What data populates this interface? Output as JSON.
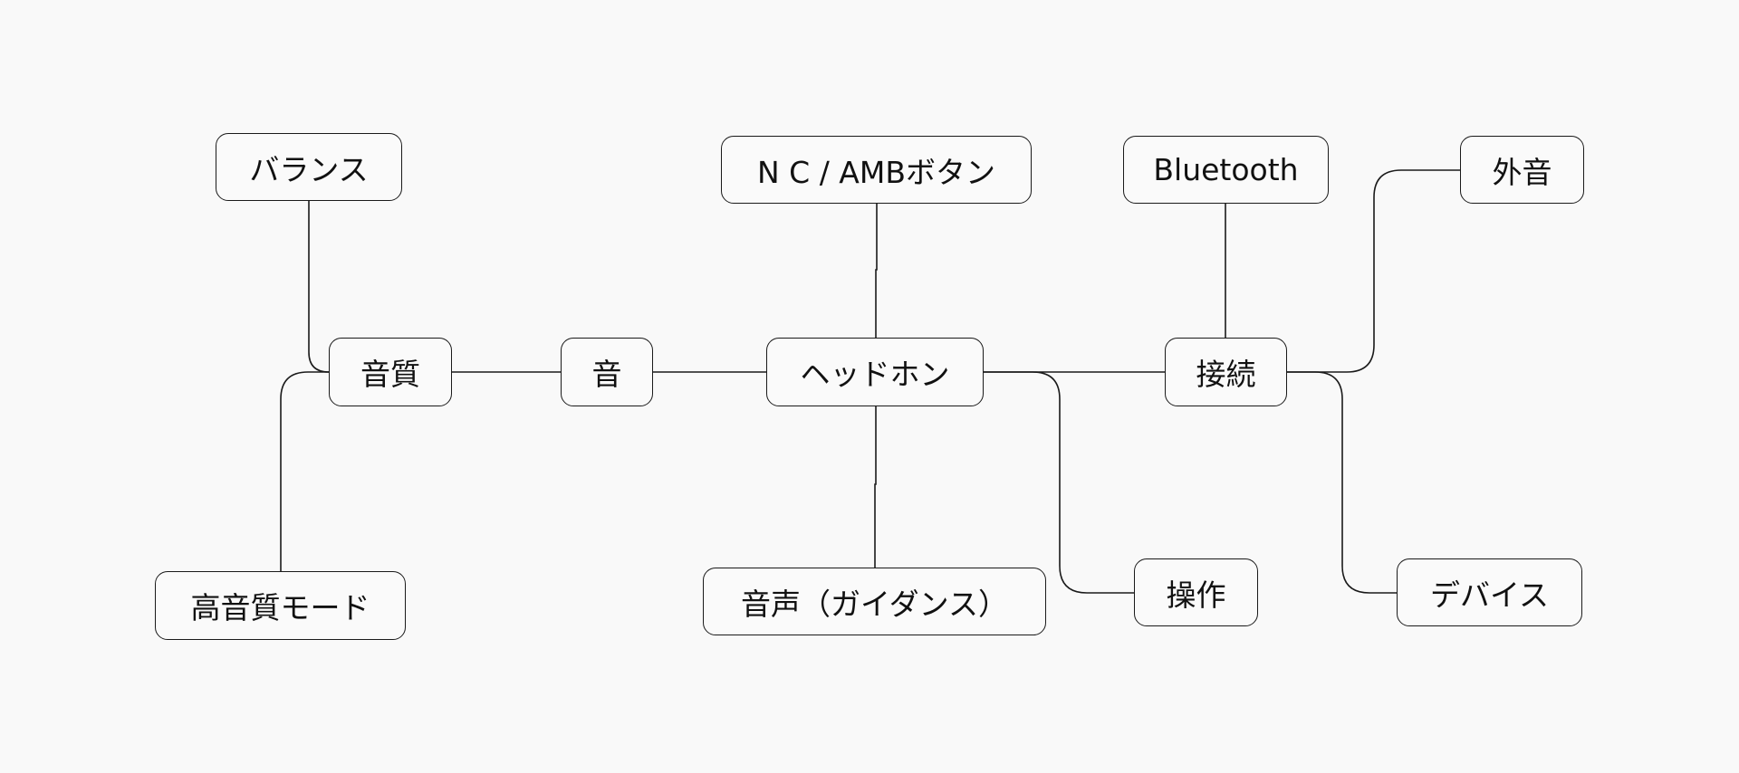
{
  "diagram": {
    "nodes": {
      "balance": "バランス",
      "sound_quality": "音質",
      "high_quality_mode": "高音質モード",
      "sound": "音",
      "headphone": "ヘッドホン",
      "nc_amb_button": "N C / AMBボタン",
      "voice_guidance": "音声（ガイダンス）",
      "operation": "操作",
      "connection": "接続",
      "bluetooth": "Bluetooth",
      "ambient_sound": "外音",
      "device": "デバイス"
    },
    "edges": [
      [
        "sound_quality",
        "balance"
      ],
      [
        "sound_quality",
        "high_quality_mode"
      ],
      [
        "sound",
        "sound_quality"
      ],
      [
        "headphone",
        "sound"
      ],
      [
        "headphone",
        "nc_amb_button"
      ],
      [
        "headphone",
        "voice_guidance"
      ],
      [
        "headphone",
        "connection"
      ],
      [
        "headphone",
        "operation"
      ],
      [
        "connection",
        "bluetooth"
      ],
      [
        "connection",
        "ambient_sound"
      ],
      [
        "connection",
        "device"
      ]
    ]
  }
}
